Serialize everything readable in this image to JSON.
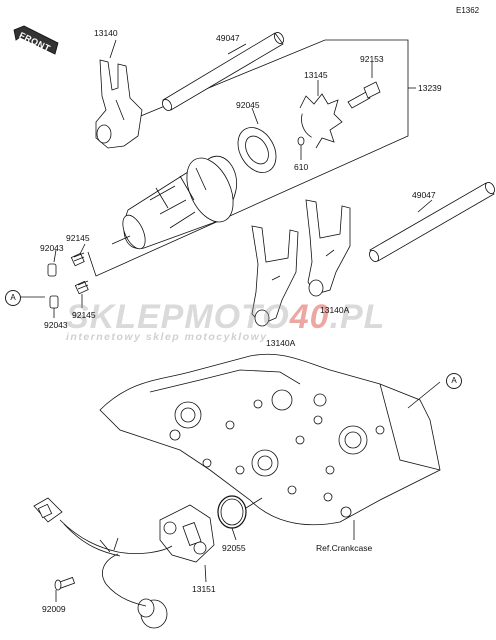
{
  "corner_code": "E1362",
  "front_label": "FRONT",
  "part_labels": {
    "p13140": "13140",
    "p49047_top": "49047",
    "p13145": "13145",
    "p92153": "92153",
    "p13239": "13239",
    "p92045": "92045",
    "p610": "610",
    "p92145_a": "92145",
    "p92043_a": "92043",
    "p92145_b": "92145",
    "p92043_b": "92043",
    "p49047_right": "49047",
    "p13140A_a": "13140A",
    "p13140A_b": "13140A",
    "p92055": "92055",
    "ref_crankcase": "Ref.Crankcase",
    "p92009": "92009",
    "p13151": "13151"
  },
  "refs": {
    "ref_left": "A",
    "ref_right": "A"
  },
  "watermark": {
    "part1": "SKLEPMOTO",
    "accent": "40",
    "part2": ".PL",
    "subtitle": "internetowy sklep motocyklowy"
  }
}
